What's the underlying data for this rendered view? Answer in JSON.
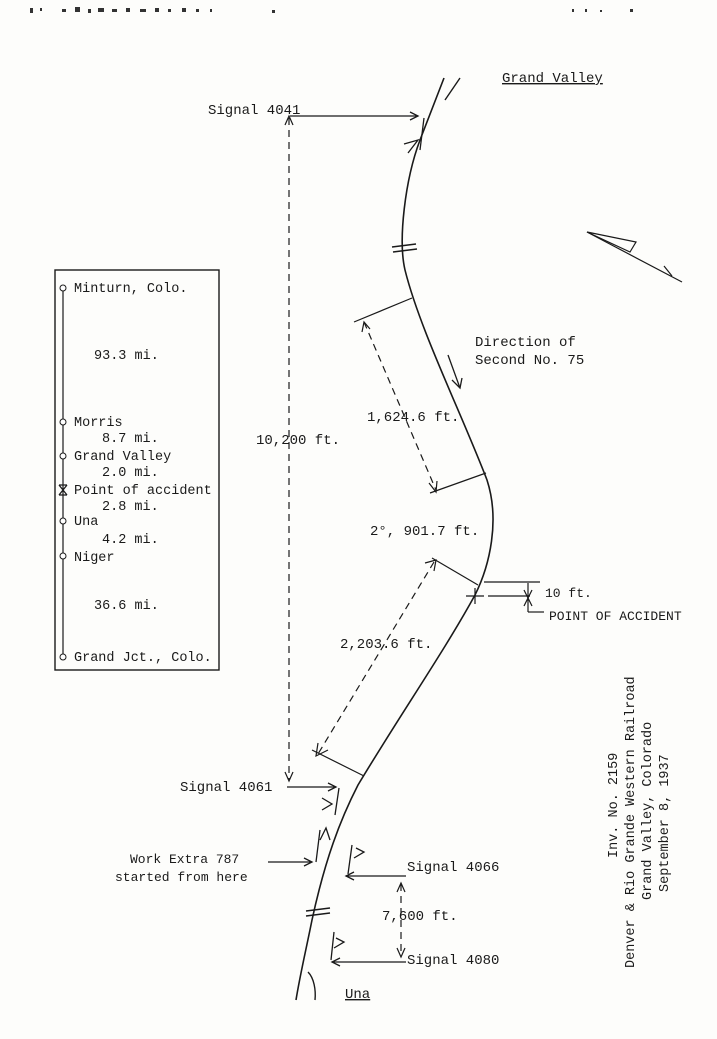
{
  "labels": {
    "grand_valley": "Grand Valley",
    "una": "Una",
    "direction_line1": "Direction of",
    "direction_line2": "Second No. 75",
    "point_of_accident": "POINT OF ACCIDENT",
    "work_extra_line1": "Work Extra 787",
    "work_extra_line2": "started from here"
  },
  "signals": [
    {
      "id": "signal_4041",
      "label": "Signal 4041"
    },
    {
      "id": "signal_4061",
      "label": "Signal 4061"
    },
    {
      "id": "signal_4066",
      "label": "Signal 4066"
    },
    {
      "id": "signal_4080",
      "label": "Signal 4080"
    }
  ],
  "distances": {
    "d_10200": "10,200 ft.",
    "d_1624": "1,624.6 ft.",
    "d_curve": "2°, 901.7 ft.",
    "d_2203": "2,203.6 ft.",
    "d_10": "10 ft.",
    "d_7600": "7,600 ft."
  },
  "stations": [
    {
      "name": "Minturn, Colo.",
      "gap_after": "93.3 mi."
    },
    {
      "name": "Morris",
      "gap_after": "8.7 mi."
    },
    {
      "name": "Grand Valley",
      "gap_after": "2.0 mi."
    },
    {
      "name": "Point of accident",
      "gap_after": "2.8 mi."
    },
    {
      "name": "Una",
      "gap_after": "4.2 mi."
    },
    {
      "name": "Niger",
      "gap_after": "36.6 mi."
    },
    {
      "name": "Grand Jct., Colo.",
      "gap_after": ""
    }
  ],
  "caption": {
    "line1": "Inv. No. 2159",
    "line2": "Denver & Rio Grande Western Railroad",
    "line3": "Grand Valley, Colorado",
    "line4": "September 8, 1937"
  }
}
